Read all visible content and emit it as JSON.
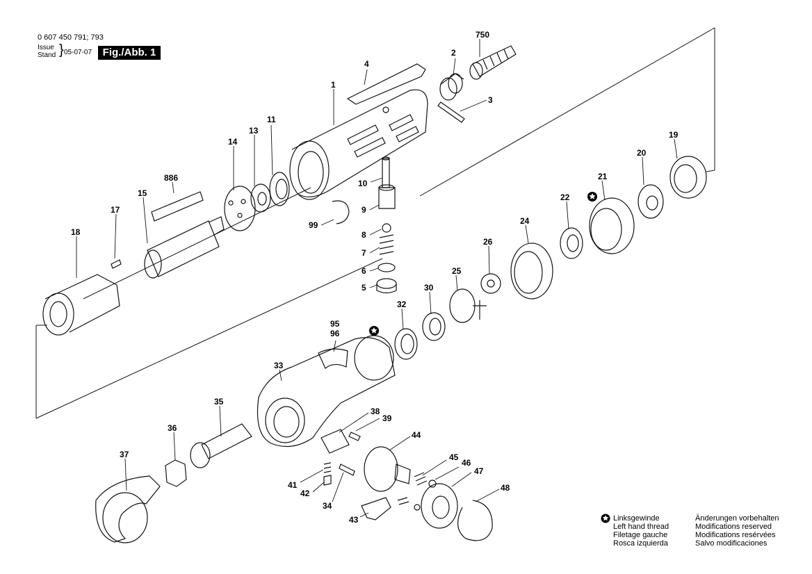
{
  "header": {
    "doc_number": "0 607 450 791; 793",
    "issue_label": "Issue",
    "stand_label": "Stand",
    "issue_date": "05-07-07",
    "fig_label": "Fig./Abb. 1"
  },
  "callouts": [
    "750",
    "2",
    "4",
    "1",
    "3",
    "11",
    "13",
    "14",
    "886",
    "15",
    "17",
    "18",
    "10",
    "9",
    "99",
    "8",
    "7",
    "6",
    "5",
    "19",
    "20",
    "21",
    "22",
    "24",
    "26",
    "25",
    "30",
    "32",
    "95",
    "96",
    "33",
    "35",
    "36",
    "37",
    "38",
    "39",
    "44",
    "45",
    "46",
    "47",
    "48",
    "41",
    "42",
    "34",
    "43"
  ],
  "legend": {
    "left_lines": [
      "Linksgewinde",
      "Left hand thread",
      "Filetage gauche",
      "Rosca izquierda"
    ],
    "right_lines": [
      "Änderungen vorbehalten",
      "Modifications reserved",
      "Modifications resérvées",
      "Salvo modificaciones"
    ]
  },
  "icons": [
    "left-hand-thread-star-icon"
  ]
}
